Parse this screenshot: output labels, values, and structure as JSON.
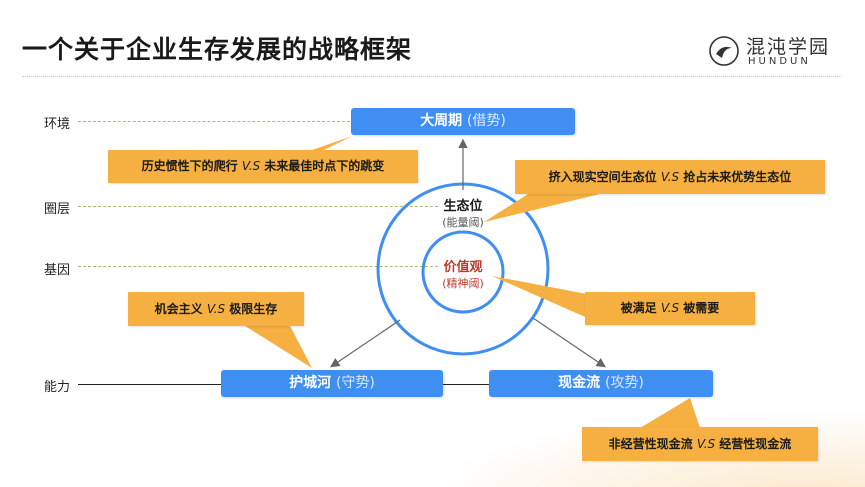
{
  "title": "一个关于企业生存发展的战略框架",
  "logo": {
    "cn": "混沌学园",
    "en": "HUNDUN"
  },
  "rows": {
    "env": "环境",
    "circle": "圈层",
    "gene": "基因",
    "ability": "能力"
  },
  "top_box": {
    "main": "大周期",
    "sub": "(借势)"
  },
  "left_box": {
    "main": "护城河",
    "sub": "(守势)"
  },
  "right_box": {
    "main": "现金流",
    "sub": "(攻势)"
  },
  "outer_circle": {
    "main": "生态位",
    "sub": "(能量阈)"
  },
  "inner_circle": {
    "main": "价值观",
    "sub": "(精神阈)"
  },
  "callouts": {
    "history": {
      "a": "历史惯性下的爬行 ",
      "vs": "V.S",
      "b": " 未来最佳时点下的跳变"
    },
    "squeeze": {
      "a": "挤入现实空间生态位 ",
      "vs": "V.S",
      "b": " 抢占未来优势生态位"
    },
    "opportunism": {
      "a": "机会主义 ",
      "vs": "V.S",
      "b": " 极限生存"
    },
    "satisfied": {
      "a": "被满足 ",
      "vs": "V.S",
      "b": " 被需要"
    },
    "cashflow": {
      "a": "非经营性现金流 ",
      "vs": "V.S",
      "b": " 经营性现金流"
    }
  },
  "colors": {
    "blue": "#3f8ff2",
    "orange": "#f5b041",
    "circle": "#3f8ff2",
    "red_text": "#c0392b"
  }
}
